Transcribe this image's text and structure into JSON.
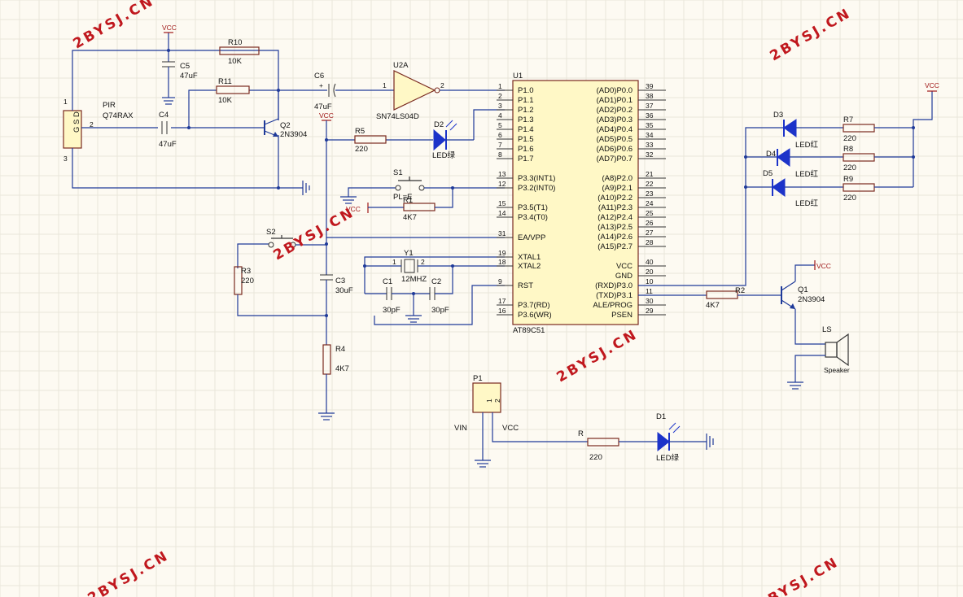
{
  "watermark": "2BYSJ.CN",
  "power": {
    "vcc": "VCC"
  },
  "pir": {
    "ref": "PIR",
    "part": "Q74RAX",
    "pins": [
      "1",
      "2",
      "3"
    ],
    "text": "G S D"
  },
  "resistors": {
    "r10": {
      "ref": "R10",
      "value": "10K"
    },
    "r11": {
      "ref": "R11",
      "value": "10K"
    },
    "r5": {
      "ref": "R5",
      "value": "220"
    },
    "r1": {
      "ref": "R1",
      "value": "4K7"
    },
    "r3": {
      "ref": "R3",
      "value": "220"
    },
    "r4": {
      "ref": "R4",
      "value": "4K7"
    },
    "r7": {
      "ref": "R7",
      "value": "220"
    },
    "r8": {
      "ref": "R8",
      "value": "220"
    },
    "r9": {
      "ref": "R9",
      "value": "220"
    },
    "r2": {
      "ref": "R2",
      "value": "4K7"
    },
    "r": {
      "ref": "R",
      "value": "220"
    }
  },
  "capacitors": {
    "c5": {
      "ref": "C5",
      "value": "47uF"
    },
    "c4": {
      "ref": "C4",
      "value": "47uF"
    },
    "c6": {
      "ref": "C6",
      "value": "47uF"
    },
    "c3": {
      "ref": "C3",
      "value": "30uF"
    },
    "c1": {
      "ref": "C1",
      "value": "30pF"
    },
    "c2": {
      "ref": "C2",
      "value": "30pF"
    }
  },
  "transistors": {
    "q2": {
      "ref": "Q2",
      "part": "2N3904"
    },
    "q1": {
      "ref": "Q1",
      "part": "2N3904"
    }
  },
  "inverter": {
    "ref": "U2A",
    "part": "SN74LS04D",
    "pin_in": "1",
    "pin_out": "2"
  },
  "switches": {
    "s1": {
      "ref": "S1",
      "note": "PL=E"
    },
    "s2": {
      "ref": "S2"
    }
  },
  "crystal": {
    "ref": "Y1",
    "value": "12MHZ",
    "pin1": "1",
    "pin2": "2"
  },
  "leds": {
    "d2": {
      "ref": "D2",
      "label": "LED绿"
    },
    "d3": {
      "ref": "D3",
      "label": "LED红"
    },
    "d4": {
      "ref": "D4",
      "label": "LED红"
    },
    "d5": {
      "ref": "D5",
      "label": "LED红"
    },
    "d1": {
      "ref": "D1",
      "label": "LED绿"
    }
  },
  "speaker": {
    "ref": "LS",
    "label": "Speaker"
  },
  "header": {
    "ref": "P1",
    "pins": [
      "1",
      "2"
    ],
    "vin": "VIN",
    "vcc": "VCC"
  },
  "mcu": {
    "ref": "U1",
    "part": "AT89C51",
    "left_pins": [
      {
        "num": "1",
        "name": "P1.0"
      },
      {
        "num": "2",
        "name": "P1.1"
      },
      {
        "num": "3",
        "name": "P1.2"
      },
      {
        "num": "4",
        "name": "P1.3"
      },
      {
        "num": "5",
        "name": "P1.4"
      },
      {
        "num": "6",
        "name": "P1.5"
      },
      {
        "num": "7",
        "name": "P1.6"
      },
      {
        "num": "8",
        "name": "P1.7"
      },
      {
        "num": "13",
        "name": "P3.3(INT1)"
      },
      {
        "num": "12",
        "name": "P3.2(INT0)"
      },
      {
        "num": "15",
        "name": "P3.5(T1)"
      },
      {
        "num": "14",
        "name": "P3.4(T0)"
      },
      {
        "num": "31",
        "name": "EA/VPP"
      },
      {
        "num": "19",
        "name": "XTAL1"
      },
      {
        "num": "18",
        "name": "XTAL2"
      },
      {
        "num": "9",
        "name": "RST"
      },
      {
        "num": "17",
        "name": "P3.7(RD)"
      },
      {
        "num": "16",
        "name": "P3.6(WR)"
      }
    ],
    "right_pins": [
      {
        "num": "39",
        "name": "(AD0)P0.0"
      },
      {
        "num": "38",
        "name": "(AD1)P0.1"
      },
      {
        "num": "37",
        "name": "(AD2)P0.2"
      },
      {
        "num": "36",
        "name": "(AD3)P0.3"
      },
      {
        "num": "35",
        "name": "(AD4)P0.4"
      },
      {
        "num": "34",
        "name": "(AD5)P0.5"
      },
      {
        "num": "33",
        "name": "(AD6)P0.6"
      },
      {
        "num": "32",
        "name": "(AD7)P0.7"
      },
      {
        "num": "21",
        "name": "(A8)P2.0"
      },
      {
        "num": "22",
        "name": "(A9)P2.1"
      },
      {
        "num": "23",
        "name": "(A10)P2.2"
      },
      {
        "num": "24",
        "name": "(A11)P2.3"
      },
      {
        "num": "25",
        "name": "(A12)P2.4"
      },
      {
        "num": "26",
        "name": "(A13)P2.5"
      },
      {
        "num": "27",
        "name": "(A14)P2.6"
      },
      {
        "num": "28",
        "name": "(A15)P2.7"
      },
      {
        "num": "40",
        "name": "VCC"
      },
      {
        "num": "20",
        "name": "GND"
      },
      {
        "num": "10",
        "name": "(RXD)P3.0"
      },
      {
        "num": "11",
        "name": "(TXD)P3.1"
      },
      {
        "num": "30",
        "name": "ALE/PROG"
      },
      {
        "num": "29",
        "name": "PSEN"
      }
    ]
  }
}
